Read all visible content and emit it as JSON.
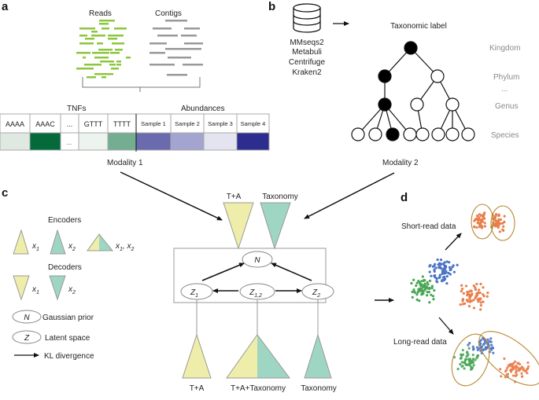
{
  "panels": {
    "a": "a",
    "b": "b",
    "c": "c",
    "d": "d"
  },
  "panel_a": {
    "reads_label": "Reads",
    "contigs_label": "Contigs",
    "tnfs_label": "TNFs",
    "abundances_label": "Abundances",
    "tnf_headers": [
      "AAAA",
      "AAAC",
      "...",
      "GTTT",
      "TTTT"
    ],
    "tnf_colors": [
      "#dfe9e2",
      "#046a3a",
      "#ffffff",
      "#edf3ef",
      "#74ae91"
    ],
    "ellipsis_cell": "...",
    "sample_headers": [
      "Sample 1",
      "Sample 2",
      "Sample 3",
      "Sample 4"
    ],
    "sample_colors": [
      "#6a6aae",
      "#a3a4cf",
      "#e4e4f0",
      "#2c2d8e"
    ],
    "modality_label": "Modality 1",
    "reads_color": "#8cc63f",
    "contigs_color": "#999999"
  },
  "panel_b": {
    "tools": [
      "MMseqs2",
      "Metabuli",
      "Centrifuge",
      "Kraken2"
    ],
    "title": "Taxonomic label",
    "ranks": [
      "Kingdom",
      "Phylum",
      "...",
      "Genus",
      "Species"
    ],
    "modality_label": "Modality 2"
  },
  "panel_c": {
    "encoders_title": "Encoders",
    "decoders_title": "Decoders",
    "x1": "x",
    "x1_sub": "1",
    "x2": "x",
    "x2_sub": "2",
    "x12": "x",
    "x12_sub1": "1",
    "x12_sep": ", x",
    "x12_sub2": "2",
    "gaussian_symbol": "N",
    "gaussian_label": "Gaussian prior",
    "latent_symbol": "Z",
    "latent_label": "Latent space",
    "kl_label": "KL divergence",
    "top_labels": [
      "T+A",
      "Taxonomy"
    ],
    "node_n": "N",
    "node_z1": "Z",
    "node_z1_sub": "1",
    "node_z12": "Z",
    "node_z12_sub": "1,2",
    "node_z2": "Z",
    "node_z2_sub": "2",
    "bottom_labels": [
      "T+A",
      "T+A+Taxonomy",
      "Taxonomy"
    ],
    "yellow": "#eeeeaa",
    "teal": "#9fd5c3"
  },
  "panel_d": {
    "short_read_label": "Short-read data",
    "long_read_label": "Long-read data",
    "cluster_colors": {
      "green": "#4aa657",
      "blue": "#4c73c4",
      "orange": "#e87f4c",
      "ellipse": "#b58a2e"
    }
  }
}
